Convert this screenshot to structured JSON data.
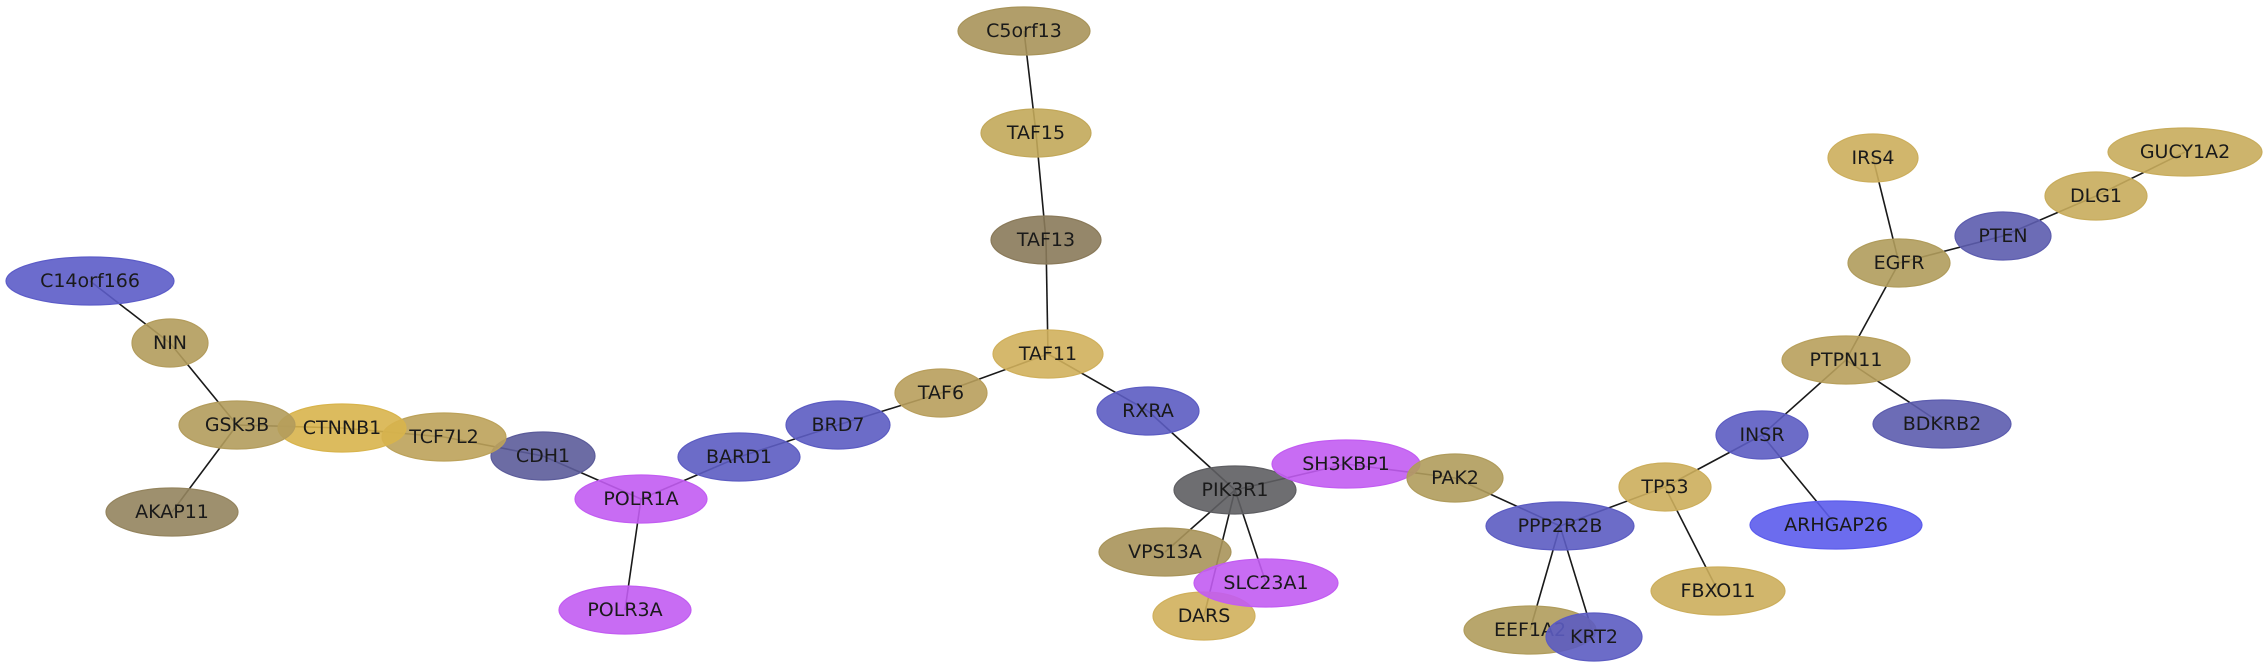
{
  "nodes": [
    {
      "id": "C5orf13",
      "label": "C5orf13",
      "color": "#a8945a"
    },
    {
      "id": "TAF15",
      "label": "TAF15",
      "color": "#c2a85a"
    },
    {
      "id": "TAF13",
      "label": "TAF13",
      "color": "#8a7a5a"
    },
    {
      "id": "TAF11",
      "label": "TAF11",
      "color": "#d0b05c"
    },
    {
      "id": "TAF6",
      "label": "TAF6",
      "color": "#b89e5c"
    },
    {
      "id": "BRD7",
      "label": "BRD7",
      "color": "#5c5cc2"
    },
    {
      "id": "BARD1",
      "label": "BARD1",
      "color": "#5c5cc2"
    },
    {
      "id": "POLR1A",
      "label": "POLR1A",
      "color": "#c25cf2"
    },
    {
      "id": "POLR3A",
      "label": "POLR3A",
      "color": "#c25cf2"
    },
    {
      "id": "CDH1",
      "label": "CDH1",
      "color": "#5c5c9a"
    },
    {
      "id": "TCF7L2",
      "label": "TCF7L2",
      "color": "#bca25a"
    },
    {
      "id": "CTNNB1",
      "label": "CTNNB1",
      "color": "#d8b44c"
    },
    {
      "id": "GSK3B",
      "label": "GSK3B",
      "color": "#b39c5c"
    },
    {
      "id": "NIN",
      "label": "NIN",
      "color": "#b39c5c"
    },
    {
      "id": "C14orf166",
      "label": "C14orf166",
      "color": "#5c5cc8"
    },
    {
      "id": "AKAP11",
      "label": "AKAP11",
      "color": "#94845e"
    },
    {
      "id": "RXRA",
      "label": "RXRA",
      "color": "#5c5cc2"
    },
    {
      "id": "PIK3R1",
      "label": "PIK3R1",
      "color": "#5e5e62"
    },
    {
      "id": "VPS13A",
      "label": "VPS13A",
      "color": "#a8945a"
    },
    {
      "id": "DARS",
      "label": "DARS",
      "color": "#d0b05c"
    },
    {
      "id": "SLC23A1",
      "label": "SLC23A1",
      "color": "#c25cf2"
    },
    {
      "id": "SH3KBP1",
      "label": "SH3KBP1",
      "color": "#c25cf2"
    },
    {
      "id": "PAK2",
      "label": "PAK2",
      "color": "#b09c5c"
    },
    {
      "id": "PPP2R2B",
      "label": "PPP2R2B",
      "color": "#5c5cc2"
    },
    {
      "id": "EEF1A2",
      "label": "EEF1A2",
      "color": "#b09c5c"
    },
    {
      "id": "KRT2",
      "label": "KRT2",
      "color": "#5c5cc2"
    },
    {
      "id": "TP53",
      "label": "TP53",
      "color": "#ccae5c"
    },
    {
      "id": "FBXO11",
      "label": "FBXO11",
      "color": "#ccae5c"
    },
    {
      "id": "INSR",
      "label": "INSR",
      "color": "#5c5cc2"
    },
    {
      "id": "ARHGAP26",
      "label": "ARHGAP26",
      "color": "#5c5cec"
    },
    {
      "id": "PTPN11",
      "label": "PTPN11",
      "color": "#b8a05c"
    },
    {
      "id": "BDKRB2",
      "label": "BDKRB2",
      "color": "#5c5cae"
    },
    {
      "id": "EGFR",
      "label": "EGFR",
      "color": "#b09c5c"
    },
    {
      "id": "IRS4",
      "label": "IRS4",
      "color": "#ccae5c"
    },
    {
      "id": "PTEN",
      "label": "PTEN",
      "color": "#5c5cae"
    },
    {
      "id": "DLG1",
      "label": "DLG1",
      "color": "#c8ac5c"
    },
    {
      "id": "GUCY1A2",
      "label": "GUCY1A2",
      "color": "#c8ac5c"
    }
  ],
  "edges": [
    [
      "C5orf13",
      "TAF15"
    ],
    [
      "TAF15",
      "TAF13"
    ],
    [
      "TAF13",
      "TAF11"
    ],
    [
      "TAF11",
      "TAF6"
    ],
    [
      "TAF11",
      "RXRA"
    ],
    [
      "TAF6",
      "BRD7"
    ],
    [
      "BRD7",
      "BARD1"
    ],
    [
      "BARD1",
      "POLR1A"
    ],
    [
      "POLR1A",
      "POLR3A"
    ],
    [
      "POLR1A",
      "CDH1"
    ],
    [
      "CDH1",
      "TCF7L2"
    ],
    [
      "TCF7L2",
      "CTNNB1"
    ],
    [
      "CTNNB1",
      "GSK3B"
    ],
    [
      "GSK3B",
      "NIN"
    ],
    [
      "GSK3B",
      "AKAP11"
    ],
    [
      "NIN",
      "C14orf166"
    ],
    [
      "RXRA",
      "PIK3R1"
    ],
    [
      "PIK3R1",
      "VPS13A"
    ],
    [
      "PIK3R1",
      "DARS"
    ],
    [
      "PIK3R1",
      "SLC23A1"
    ],
    [
      "PIK3R1",
      "SH3KBP1"
    ],
    [
      "SH3KBP1",
      "PAK2"
    ],
    [
      "PAK2",
      "PPP2R2B"
    ],
    [
      "PPP2R2B",
      "EEF1A2"
    ],
    [
      "PPP2R2B",
      "KRT2"
    ],
    [
      "PPP2R2B",
      "TP53"
    ],
    [
      "TP53",
      "FBXO11"
    ],
    [
      "TP53",
      "INSR"
    ],
    [
      "INSR",
      "ARHGAP26"
    ],
    [
      "INSR",
      "PTPN11"
    ],
    [
      "PTPN11",
      "BDKRB2"
    ],
    [
      "PTPN11",
      "EGFR"
    ],
    [
      "EGFR",
      "IRS4"
    ],
    [
      "EGFR",
      "PTEN"
    ],
    [
      "PTEN",
      "DLG1"
    ],
    [
      "DLG1",
      "GUCY1A2"
    ]
  ]
}
